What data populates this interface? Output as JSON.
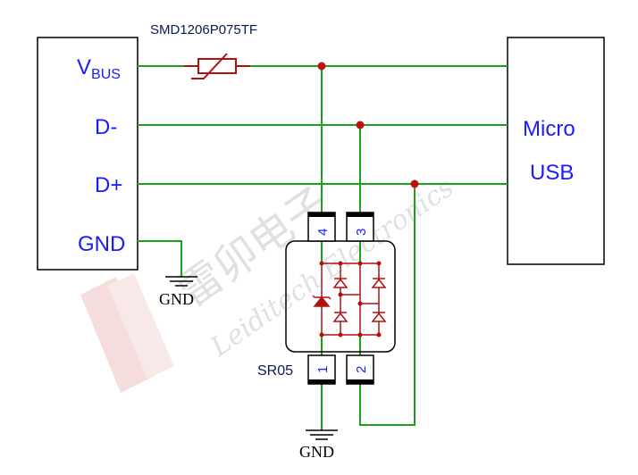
{
  "connector_left": {
    "pins": [
      {
        "name": "VBUS",
        "main": "V",
        "sub": "BUS"
      },
      {
        "name": "D-",
        "main": "D-"
      },
      {
        "name": "D+",
        "main": "D+"
      },
      {
        "name": "GND",
        "main": "GND"
      }
    ]
  },
  "connector_right": {
    "line1": "Micro",
    "line2": "USB"
  },
  "fuse": {
    "part": "SMD1206P075TF"
  },
  "tvs": {
    "part": "SR05",
    "pins": [
      "1",
      "2",
      "3",
      "4"
    ]
  },
  "grounds": {
    "label": "GND"
  },
  "watermark": {
    "chinese": "雷卯电子",
    "english": "Leiditech Electronics"
  },
  "colors": {
    "wire": "#1aa31a",
    "component": "#b01010",
    "box": "#000000",
    "text_blue": "#1a1aff"
  }
}
